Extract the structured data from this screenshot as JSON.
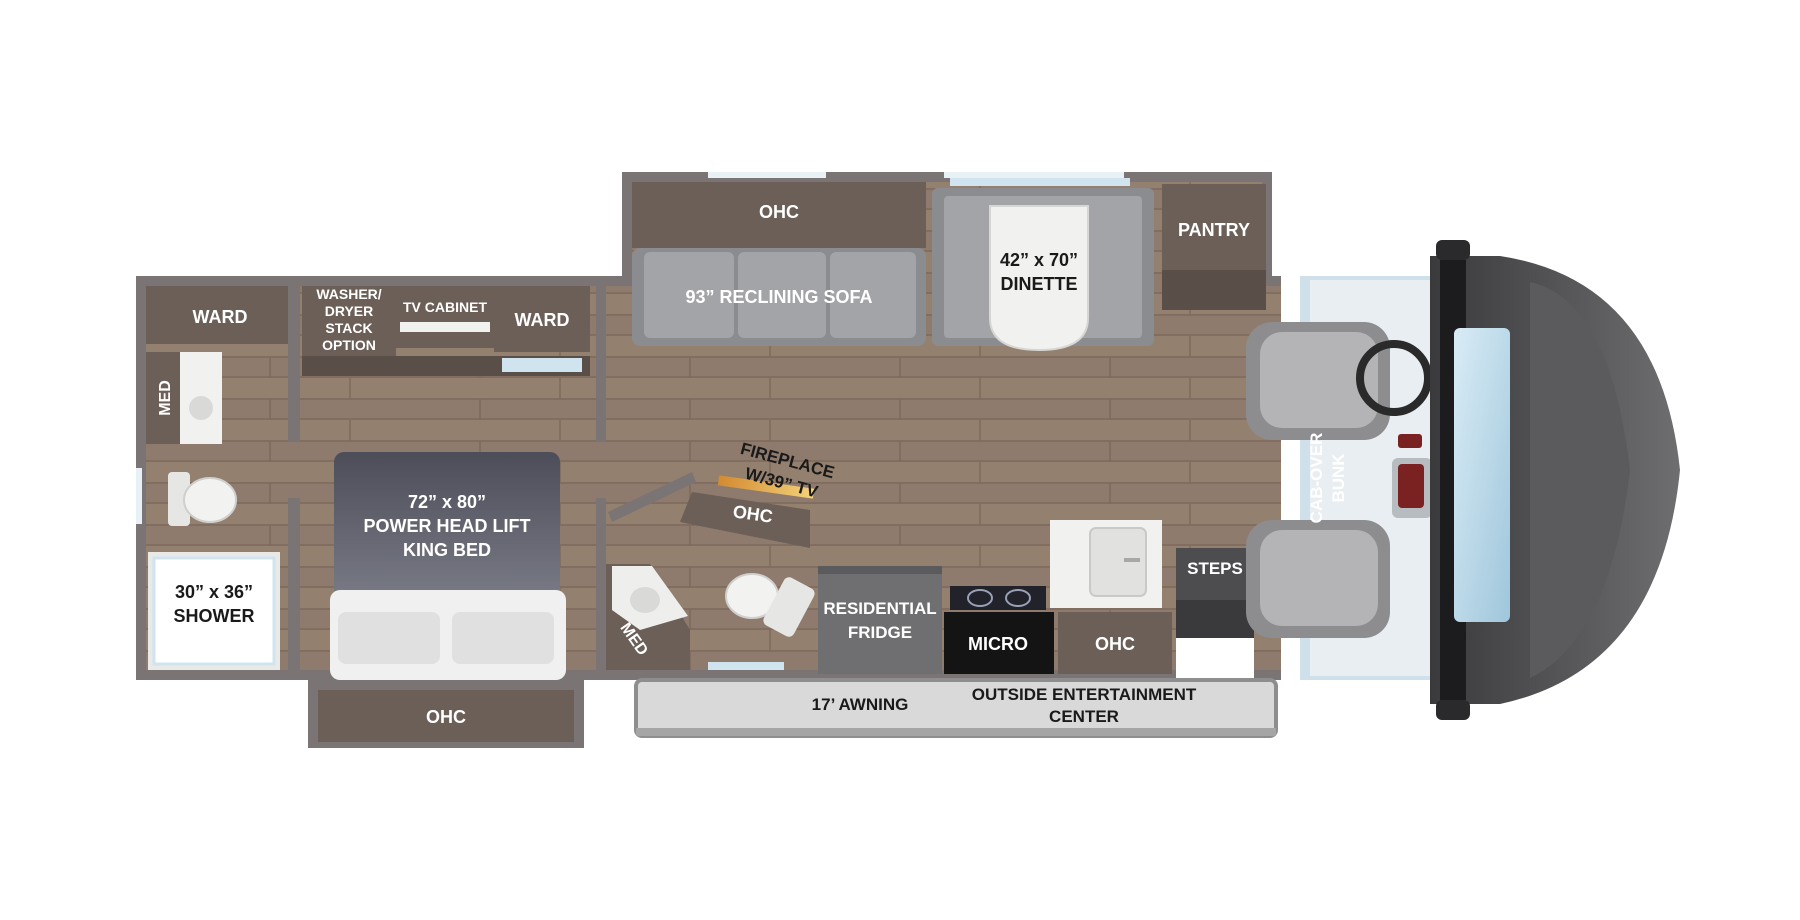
{
  "labels": {
    "ohc_top": "OHC",
    "pantry": "PANTRY",
    "sofa": "93” RECLINING SOFA",
    "dinette_size": "42” x 70”",
    "dinette": "DINETTE",
    "ward_left": "WARD",
    "washer_1": "WASHER/",
    "washer_2": "DRYER",
    "washer_3": "STACK",
    "washer_4": "OPTION",
    "tv_cabinet": "TV CABINET",
    "ward_right": "WARD",
    "med_left": "MED",
    "bed_size": "72” x 80”",
    "bed_2": "POWER  HEAD LIFT",
    "bed_3": "KING BED",
    "shower_size": "30” x 36”",
    "shower": "SHOWER",
    "ohc_bottom": "OHC",
    "fireplace_1": "FIREPLACE",
    "fireplace_2": "W/39” TV",
    "ohc_fireplace": "OHC",
    "med_bath": "MED",
    "fridge_1": "RESIDENTIAL",
    "fridge_2": "FRIDGE",
    "micro": "MICRO",
    "ohc_kitchen": "OHC",
    "steps": "STEPS",
    "bunk_1": "CAB-OVER",
    "bunk_2": "BUNK",
    "awning": "17’ AWNING",
    "outside_1": "OUTSIDE ENTERTAINMENT",
    "outside_2": "CENTER"
  },
  "colors": {
    "wall": "#7a7574",
    "floor": "#8f7b6d",
    "cabinet": "#6b5f57",
    "upholstery": "#9a9a9c",
    "cab": "#4a4a4c"
  }
}
